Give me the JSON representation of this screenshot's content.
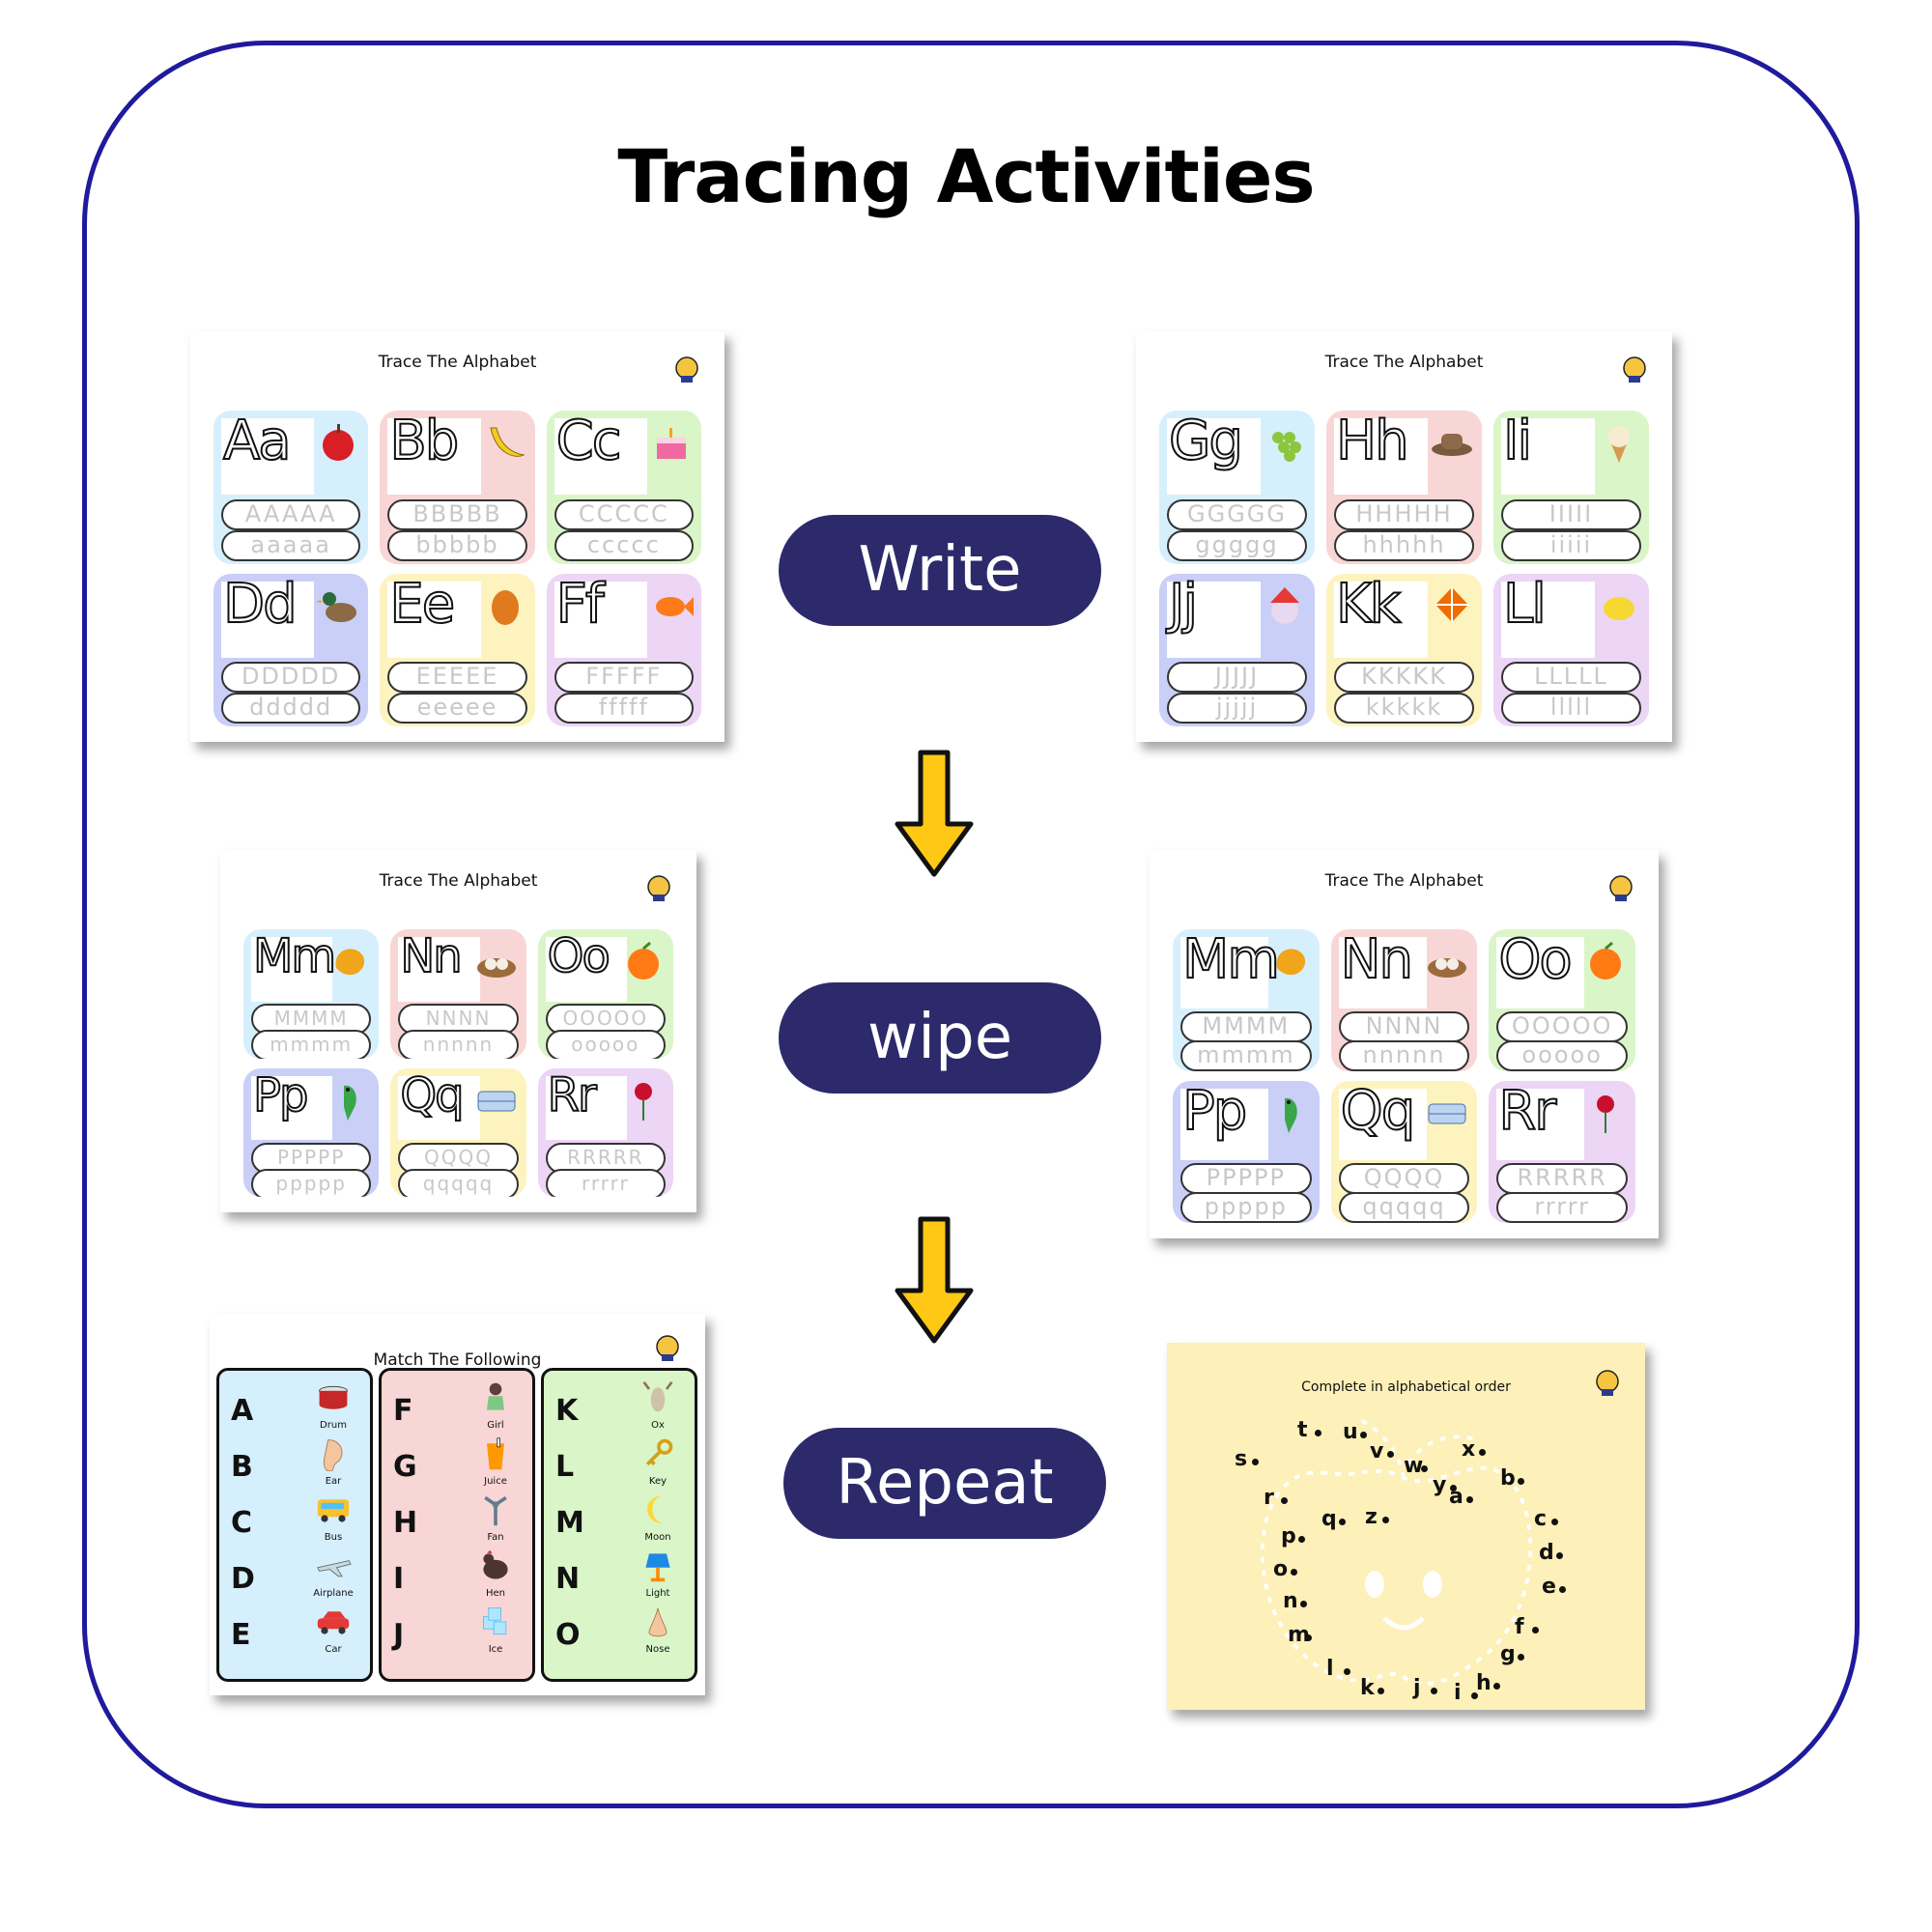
{
  "title": "Tracing Activities",
  "steps": {
    "write": "Write",
    "wipe": "wipe",
    "repeat": "Repeat"
  },
  "colors": {
    "frame": "#201a9c",
    "pill": "#2c2a6b",
    "arrow": "#ffc815",
    "blue": "#d6effc",
    "pink": "#f9d6d6",
    "green": "#daf5c8",
    "purple": "#c9cff7",
    "yellow": "#fdf3bf",
    "lilac": "#ecd5f5",
    "dot_bg": "#fdf0b8"
  },
  "sheets": [
    {
      "title": "Trace The Alphabet",
      "cells": [
        {
          "letters": "Aa",
          "upper": "AAAAA",
          "lower": "aaaaa",
          "icon": "apple-icon"
        },
        {
          "letters": "Bb",
          "upper": "BBBBB",
          "lower": "bbbbb",
          "icon": "banana-icon"
        },
        {
          "letters": "Cc",
          "upper": "CCCCC",
          "lower": "ccccc",
          "icon": "cake-icon"
        },
        {
          "letters": "Dd",
          "upper": "DDDDD",
          "lower": "ddddd",
          "icon": "duck-icon"
        },
        {
          "letters": "Ee",
          "upper": "EEEEE",
          "lower": "eeeee",
          "icon": "egg-icon"
        },
        {
          "letters": "Ff",
          "upper": "FFFFF",
          "lower": "fffff",
          "icon": "fish-icon"
        }
      ]
    },
    {
      "title": "Trace The Alphabet",
      "cells": [
        {
          "letters": "Gg",
          "upper": "GGGGG",
          "lower": "ggggg",
          "icon": "grapes-icon"
        },
        {
          "letters": "Hh",
          "upper": "HHHHH",
          "lower": "hhhhh",
          "icon": "hat-icon"
        },
        {
          "letters": "Ii",
          "upper": "IIIII",
          "lower": "iiiii",
          "icon": "ice-cream-icon"
        },
        {
          "letters": "Jj",
          "upper": "JJJJJ",
          "lower": "jjjjj",
          "icon": "joker-icon"
        },
        {
          "letters": "Kk",
          "upper": "KKKKK",
          "lower": "kkkkk",
          "icon": "kite-icon"
        },
        {
          "letters": "Ll",
          "upper": "LLLLL",
          "lower": "lllll",
          "icon": "lemon-icon"
        }
      ]
    },
    {
      "title": "Trace The Alphabet",
      "cells": [
        {
          "letters": "Mm",
          "upper": "MMMM",
          "lower": "mmmm",
          "icon": "mango-icon"
        },
        {
          "letters": "Nn",
          "upper": "NNNN",
          "lower": "nnnnn",
          "icon": "nest-icon"
        },
        {
          "letters": "Oo",
          "upper": "OOOOO",
          "lower": "ooooo",
          "icon": "orange-icon"
        },
        {
          "letters": "Pp",
          "upper": "PPPPP",
          "lower": "ppppp",
          "icon": "parrot-icon"
        },
        {
          "letters": "Qq",
          "upper": "QQQQ",
          "lower": "qqqqq",
          "icon": "quilt-icon"
        },
        {
          "letters": "Rr",
          "upper": "RRRRR",
          "lower": "rrrrr",
          "icon": "rose-icon"
        }
      ]
    },
    {
      "title": "Trace The Alphabet",
      "cells": [
        {
          "letters": "Mm",
          "upper": "MMMM",
          "lower": "mmmm",
          "icon": "mango-icon"
        },
        {
          "letters": "Nn",
          "upper": "NNNN",
          "lower": "nnnnn",
          "icon": "nest-icon"
        },
        {
          "letters": "Oo",
          "upper": "OOOOO",
          "lower": "ooooo",
          "icon": "orange-icon"
        },
        {
          "letters": "Pp",
          "upper": "PPPPP",
          "lower": "ppppp",
          "icon": "parrot-icon"
        },
        {
          "letters": "Qq",
          "upper": "QQQQ",
          "lower": "qqqqq",
          "icon": "quilt-icon"
        },
        {
          "letters": "Rr",
          "upper": "RRRRR",
          "lower": "rrrrr",
          "icon": "rose-icon"
        }
      ]
    }
  ],
  "match_sheet": {
    "title": "Match The Following",
    "columns": [
      {
        "letters": [
          "A",
          "B",
          "C",
          "D",
          "E"
        ],
        "items": [
          "Drum",
          "Ear",
          "Bus",
          "Airplane",
          "Car"
        ],
        "icons": [
          "drum-icon",
          "ear-icon",
          "bus-icon",
          "airplane-icon",
          "car-icon"
        ]
      },
      {
        "letters": [
          "F",
          "G",
          "H",
          "I",
          "J"
        ],
        "items": [
          "Girl",
          "Juice",
          "Fan",
          "Hen",
          "Ice"
        ],
        "icons": [
          "girl-icon",
          "juice-icon",
          "fan-icon",
          "hen-icon",
          "ice-icon"
        ]
      },
      {
        "letters": [
          "K",
          "L",
          "M",
          "N",
          "O"
        ],
        "items": [
          "Ox",
          "Key",
          "Moon",
          "Light",
          "Nose"
        ],
        "icons": [
          "ox-icon",
          "key-icon",
          "moon-icon",
          "lamp-icon",
          "nose-icon"
        ]
      }
    ]
  },
  "dot_sheet": {
    "title": "Complete in alphabetical order",
    "letters": [
      "a",
      "b",
      "c",
      "d",
      "e",
      "f",
      "g",
      "h",
      "i",
      "j",
      "k",
      "l",
      "m",
      "n",
      "o",
      "p",
      "q",
      "r",
      "s",
      "t",
      "u",
      "v",
      "w",
      "x",
      "y",
      "z"
    ]
  }
}
